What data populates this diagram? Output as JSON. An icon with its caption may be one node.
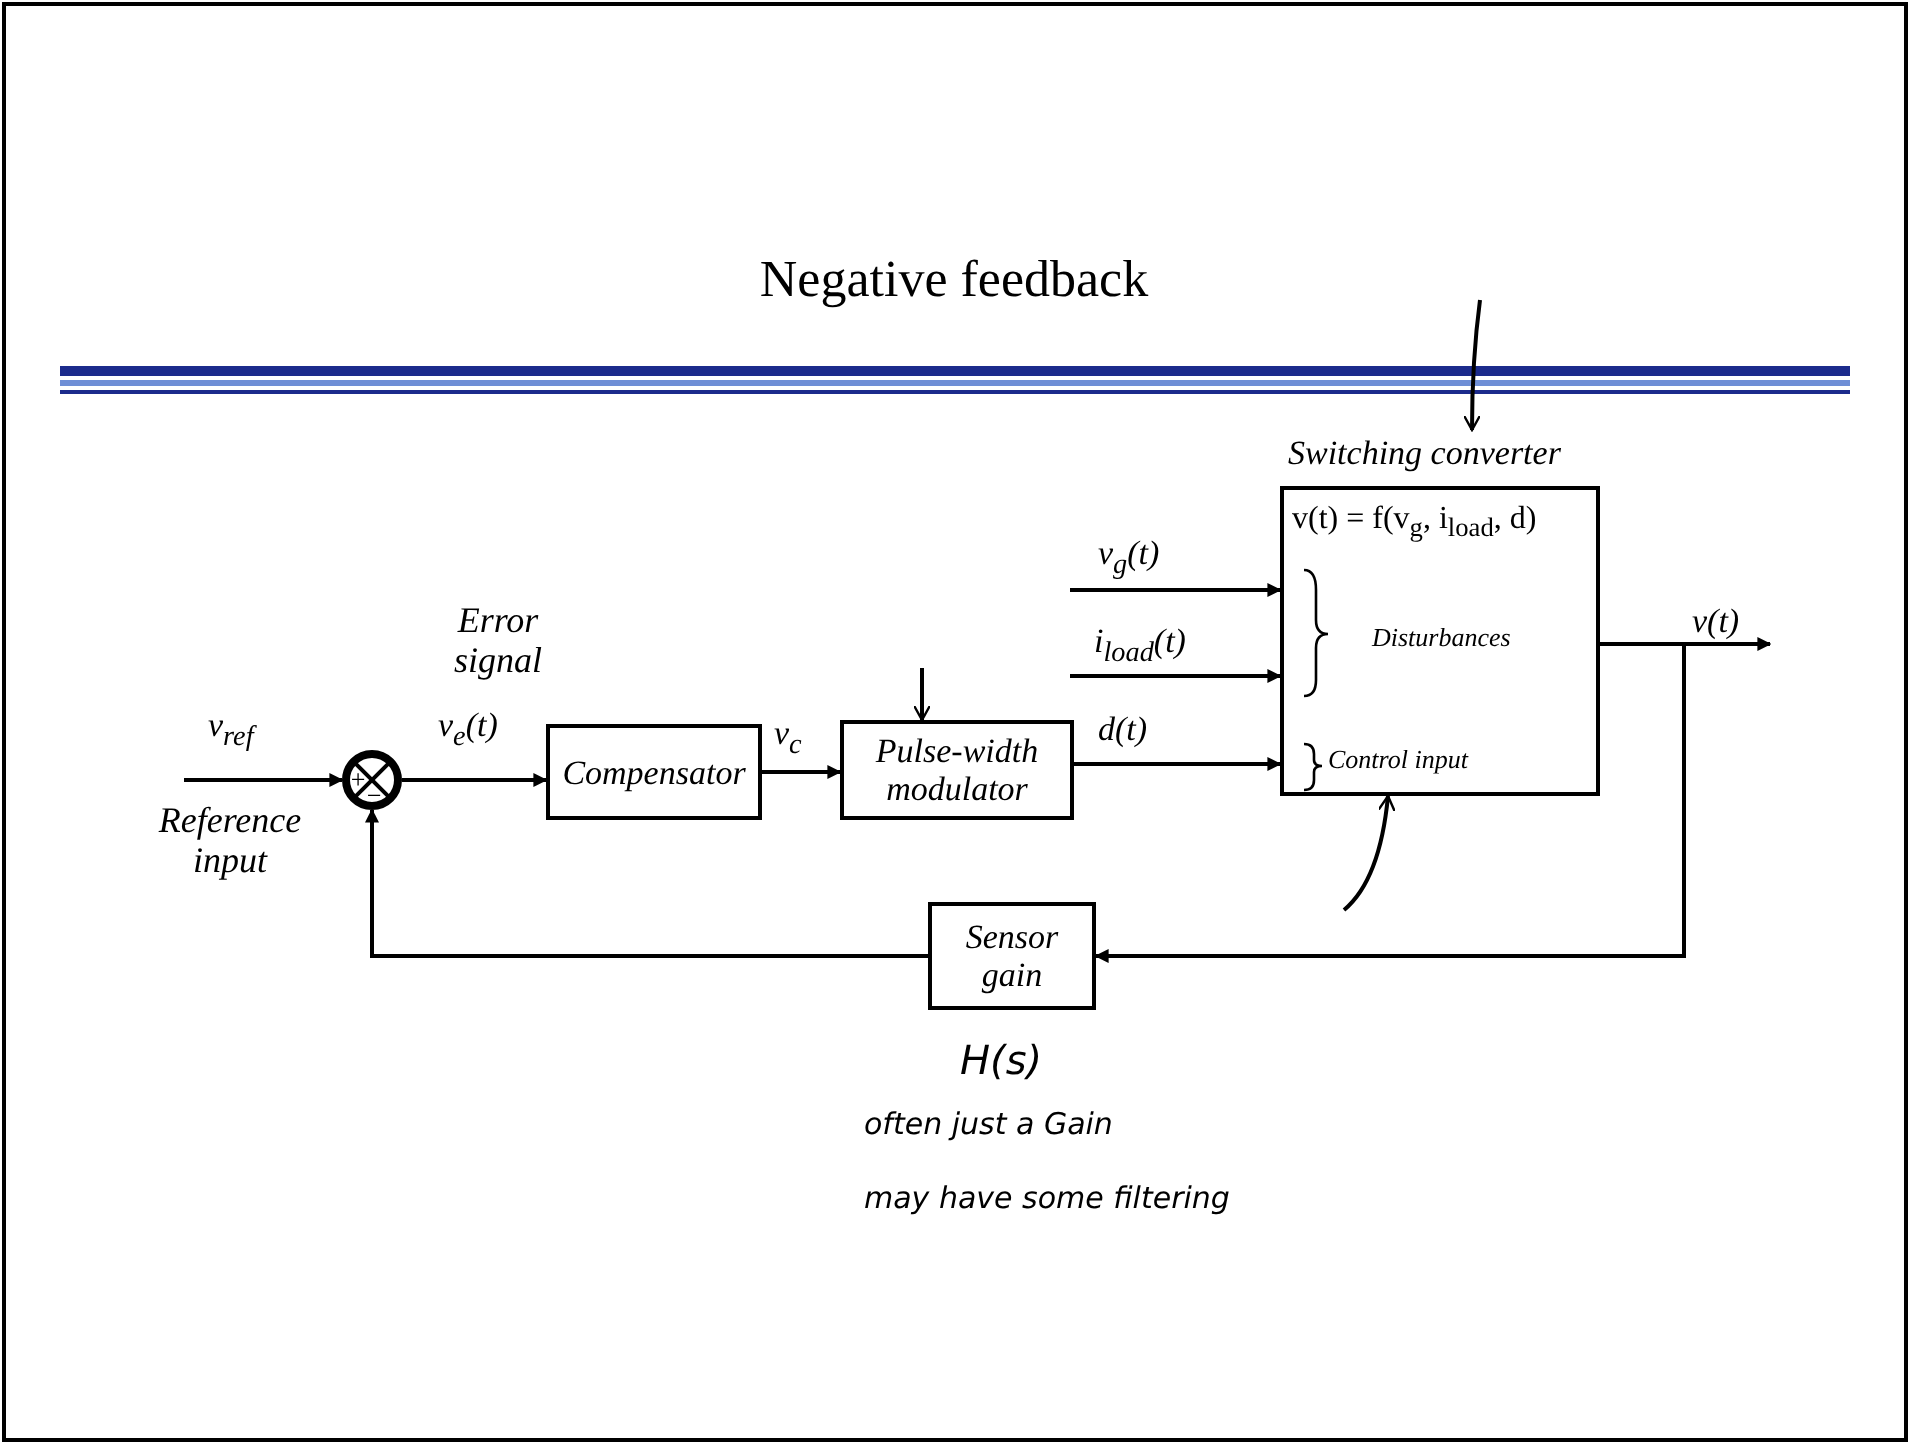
{
  "diagram": {
    "title": "Negative feedback",
    "nodes": [
      {
        "text": [
          "+",
          "−"
        ]
      },
      {
        "text": [
          "Compensator"
        ]
      },
      {
        "text": [
          "Pulse-width modulator"
        ]
      },
      {
        "text": [
          "Switching converter",
          "v(t) = f(v$_{g}$, i$_{load}$, d)",
          "Disturbances",
          "Control input"
        ]
      },
      {
        "text": [
          "Sensor gain"
        ],
        "beside": [
          "H(s)",
          "often just a Gain",
          "may have some filtering"
        ]
      }
    ],
    "edges": [
      {
        "from": null,
        "to": 0,
        "arrow": "to",
        "label": "v$_{ref}$"
      },
      {
        "from": 0,
        "to": 1,
        "arrow": "to",
        "label": "v$_{e}$(t)"
      },
      {
        "from": 1,
        "to": 2,
        "arrow": "to",
        "label": "v$_{c}$"
      },
      {
        "from": null,
        "to": 3,
        "arrow": "to",
        "label": "v$_{g}$(t)"
      },
      {
        "from": null,
        "to": 3,
        "arrow": "to",
        "label": "i$_{load}$(t)"
      },
      {
        "from": 2,
        "to": 3,
        "arrow": "to",
        "label": "d(t)"
      },
      {
        "from": 3,
        "to": null,
        "arrow": "to",
        "label": "v(t)"
      },
      {
        "from": 3,
        "to": 4,
        "arrow": "to"
      },
      {
        "from": 4,
        "to": 0,
        "arrow": "to"
      },
      {
        "from": null,
        "to": 3,
        "arrow": "to"
      },
      {
        "from": null,
        "to": 2,
        "arrow": "to"
      },
      {
        "from": null,
        "to": 3,
        "arrow": "to"
      }
    ],
    "labels": [
      "Error signal",
      "Reference input"
    ]
  }
}
